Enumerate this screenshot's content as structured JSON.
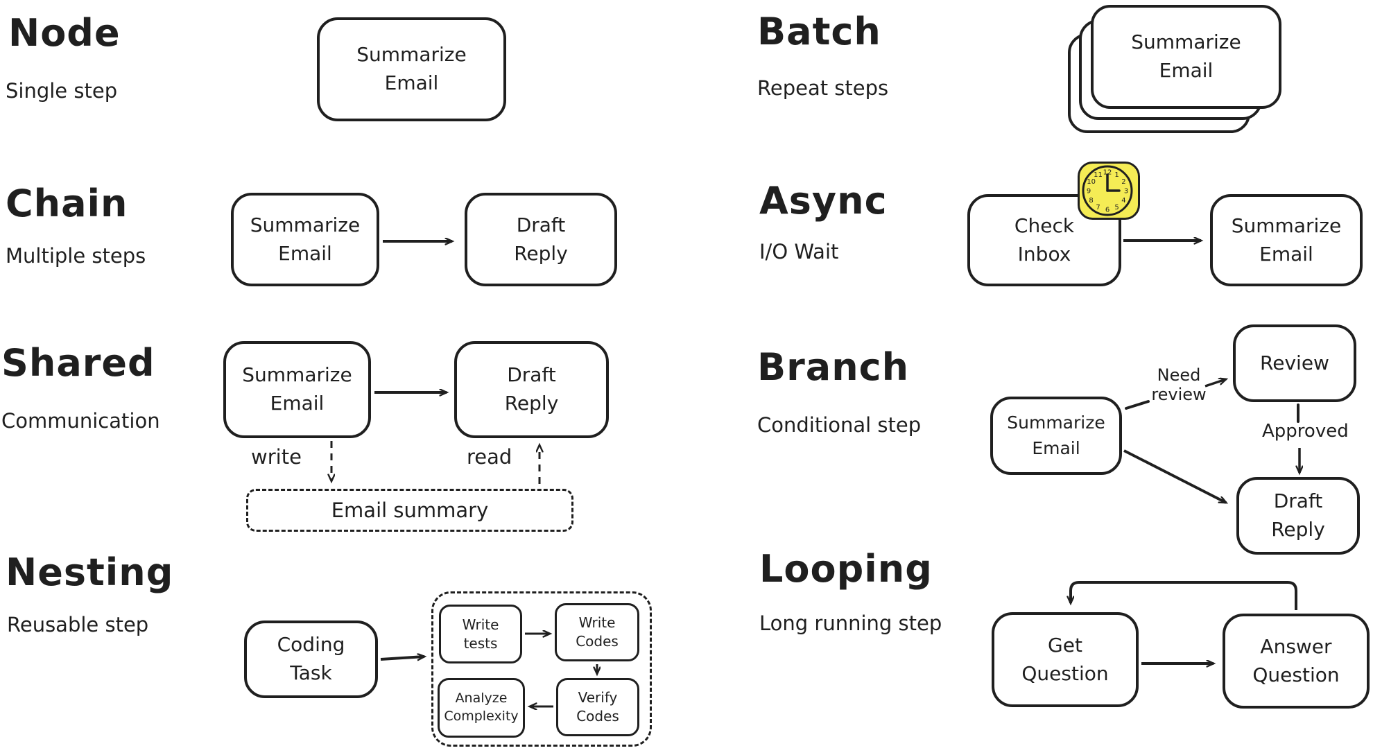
{
  "canvas": {
    "background": "#ffffff",
    "ink": "#1f1f1f",
    "clock_yellow": "#f5ec55"
  },
  "sections": {
    "node": {
      "title": "Node",
      "subtitle": "Single step",
      "box": "Summarize\nEmail"
    },
    "chain": {
      "title": "Chain",
      "subtitle": "Multiple steps",
      "box1": "Summarize\nEmail",
      "box2": "Draft\nReply"
    },
    "shared": {
      "title": "Shared",
      "subtitle": "Communication",
      "box1": "Summarize\nEmail",
      "box2": "Draft\nReply",
      "write_label": "write",
      "read_label": "read",
      "store": "Email summary"
    },
    "nesting": {
      "title": "Nesting",
      "subtitle": "Reusable step",
      "box": "Coding\nTask",
      "inner1": "Write\ntests",
      "inner2": "Write\nCodes",
      "inner3": "Verify\nCodes",
      "inner4": "Analyze\nComplexity"
    },
    "batch": {
      "title": "Batch",
      "subtitle": "Repeat steps",
      "box": "Summarize\nEmail"
    },
    "async": {
      "title": "Async",
      "subtitle": "I/O Wait",
      "box1": "Check\nInbox",
      "box2": "Summarize\nEmail",
      "clock_icon": "clock-icon",
      "clock_time": "3:00",
      "clock_numbers": [
        "12",
        "1",
        "2",
        "3",
        "4",
        "5",
        "6",
        "7",
        "8",
        "9",
        "10",
        "11"
      ]
    },
    "branch": {
      "title": "Branch",
      "subtitle": "Conditional step",
      "box1": "Summarize\nEmail",
      "box2": "Review",
      "box3": "Draft\nReply",
      "label_need_review": "Need\nreview",
      "label_approved": "Approved"
    },
    "looping": {
      "title": "Looping",
      "subtitle": "Long running step",
      "box1": "Get\nQuestion",
      "box2": "Answer\nQuestion"
    }
  }
}
